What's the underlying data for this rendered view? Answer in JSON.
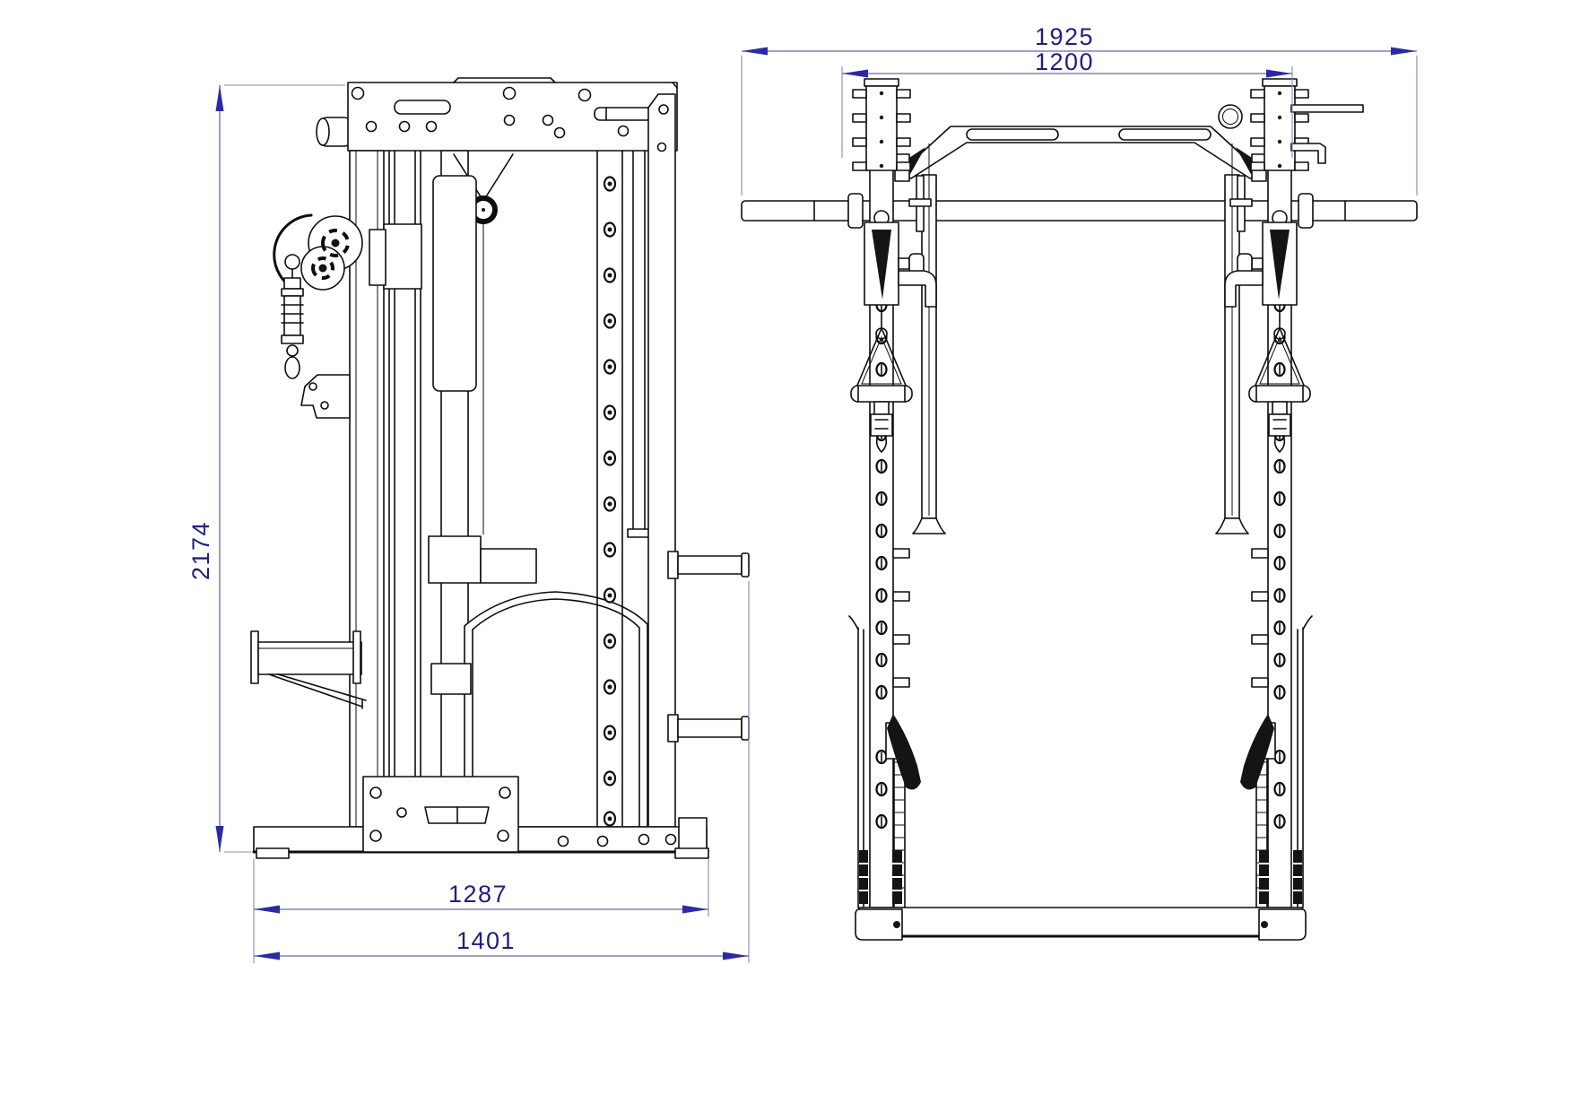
{
  "drawing": {
    "type": "technical-dimension-drawing",
    "views": {
      "side": {
        "name": "side-view"
      },
      "front": {
        "name": "front-view"
      }
    },
    "dimensions": {
      "overall_height": "2174",
      "base_length": "1287",
      "overall_depth": "1401",
      "bar_length": "1925",
      "inner_width": "1200"
    },
    "colors": {
      "background": "#ffffff",
      "line": "#0d0d0d",
      "dimension_line": "#6b6ba6",
      "dimension_text": "#1e1e82",
      "dimension_arrow": "#2a2aa8"
    }
  }
}
